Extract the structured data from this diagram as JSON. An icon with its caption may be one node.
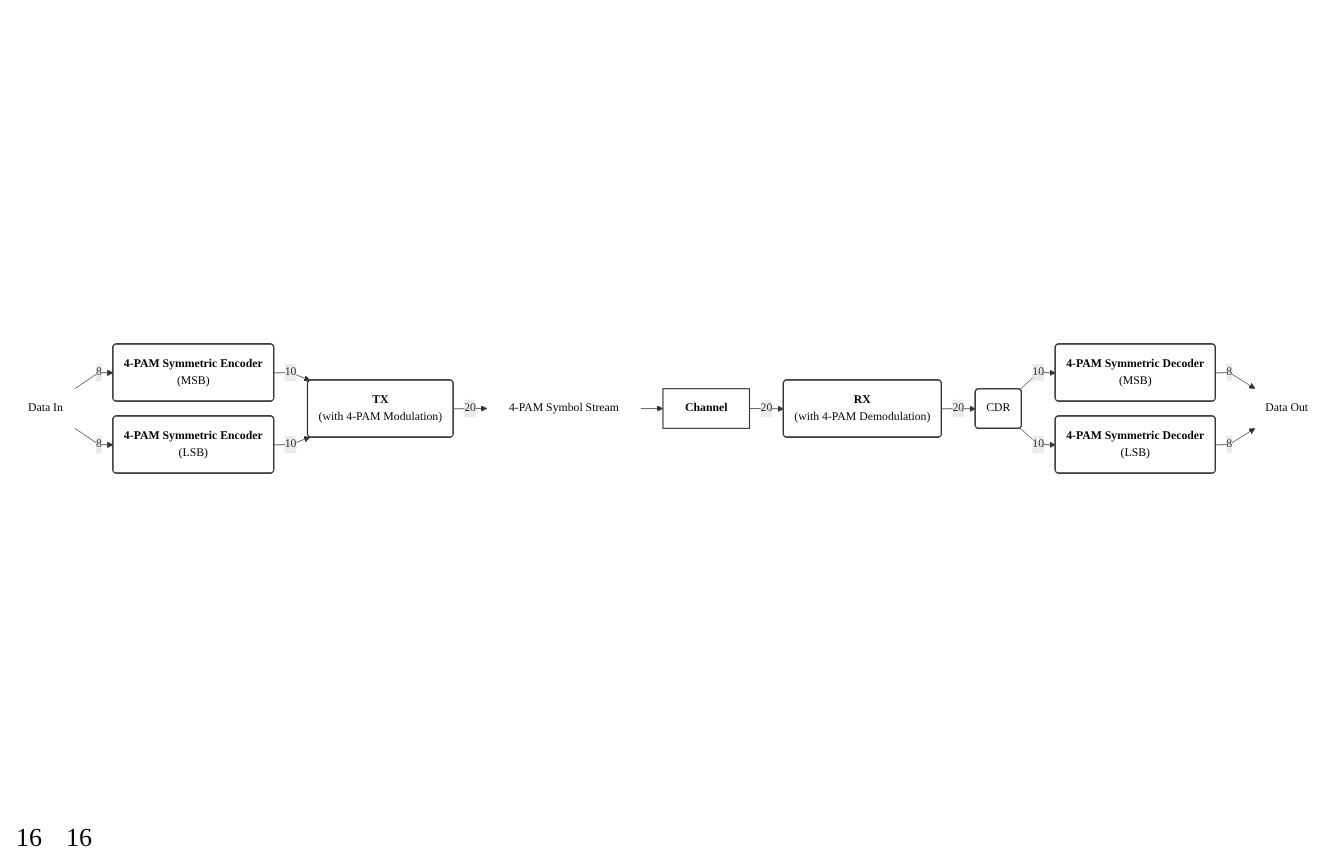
{
  "diagram": {
    "nodes": [
      {
        "text": [
          "Data In"
        ]
      },
      {
        "text": [
          "4-PAM Symmetric Encoder",
          "(MSB)"
        ]
      },
      {
        "text": [
          "4-PAM Symmetric Encoder",
          "(LSB)"
        ]
      },
      {
        "text": [
          "TX",
          "(with 4-PAM Modulation)"
        ]
      },
      {
        "text": [
          "4-PAM Symbol Stream"
        ]
      },
      {
        "text": [
          "Channel"
        ]
      },
      {
        "text": [
          "RX",
          "(with 4-PAM Demodulation)"
        ]
      },
      {
        "text": [
          "CDR"
        ]
      },
      {
        "text": [
          "4-PAM Symmetric Decoder",
          "(MSB)"
        ]
      },
      {
        "text": [
          "4-PAM Symmetric Decoder",
          "(LSB)"
        ]
      },
      {
        "text": [
          "Data Out"
        ]
      }
    ],
    "edges": [
      {
        "from": 0,
        "to": 1,
        "arrow": "to",
        "label": "8"
      },
      {
        "from": 0,
        "to": 2,
        "arrow": "to",
        "label": "8"
      },
      {
        "from": 1,
        "to": 3,
        "arrow": "to",
        "label": "10"
      },
      {
        "from": 2,
        "to": 3,
        "arrow": "to",
        "label": "10"
      },
      {
        "from": 3,
        "to": 4,
        "arrow": "to",
        "label": "20"
      },
      {
        "from": 4,
        "to": 5,
        "arrow": "to"
      },
      {
        "from": 5,
        "to": 6,
        "arrow": "to",
        "label": "20"
      },
      {
        "from": 6,
        "to": 7,
        "arrow": "to",
        "label": "20"
      },
      {
        "from": 7,
        "to": 8,
        "arrow": "to",
        "label": "10"
      },
      {
        "from": 7,
        "to": 9,
        "arrow": "to",
        "label": "10"
      },
      {
        "from": 8,
        "to": 10,
        "arrow": "to",
        "label": "8"
      },
      {
        "from": 9,
        "to": 10,
        "arrow": "to",
        "label": "8"
      }
    ],
    "labels": [
      "16",
      "16"
    ]
  }
}
